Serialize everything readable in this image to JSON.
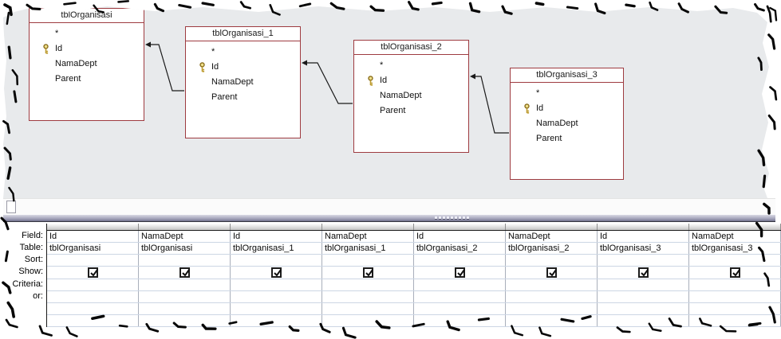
{
  "tables": [
    {
      "name": "tblOrganisasi",
      "fields": [
        "*",
        "Id",
        "NamaDept",
        "Parent"
      ],
      "key_field": "Id"
    },
    {
      "name": "tblOrganisasi_1",
      "fields": [
        "*",
        "Id",
        "NamaDept",
        "Parent"
      ],
      "key_field": "Id"
    },
    {
      "name": "tblOrganisasi_2",
      "fields": [
        "*",
        "Id",
        "NamaDept",
        "Parent"
      ],
      "key_field": "Id"
    },
    {
      "name": "tblOrganisasi_3",
      "fields": [
        "*",
        "Id",
        "NamaDept",
        "Parent"
      ],
      "key_field": "Id"
    }
  ],
  "relationships": [
    {
      "from": "tblOrganisasi_1.Parent",
      "to": "tblOrganisasi.Id"
    },
    {
      "from": "tblOrganisasi_2.Parent",
      "to": "tblOrganisasi_1.Id"
    },
    {
      "from": "tblOrganisasi_3.Parent",
      "to": "tblOrganisasi_2.Id"
    }
  ],
  "grid": {
    "row_labels": [
      "Field:",
      "Table:",
      "Sort:",
      "Show:",
      "Criteria:",
      "or:"
    ],
    "columns": [
      {
        "field": "Id",
        "table": "tblOrganisasi",
        "sort": "",
        "show": true,
        "criteria": "",
        "or": ""
      },
      {
        "field": "NamaDept",
        "table": "tblOrganisasi",
        "sort": "",
        "show": true,
        "criteria": "",
        "or": ""
      },
      {
        "field": "Id",
        "table": "tblOrganisasi_1",
        "sort": "",
        "show": true,
        "criteria": "",
        "or": ""
      },
      {
        "field": "NamaDept",
        "table": "tblOrganisasi_1",
        "sort": "",
        "show": true,
        "criteria": "",
        "or": ""
      },
      {
        "field": "Id",
        "table": "tblOrganisasi_2",
        "sort": "",
        "show": true,
        "criteria": "",
        "or": ""
      },
      {
        "field": "NamaDept",
        "table": "tblOrganisasi_2",
        "sort": "",
        "show": true,
        "criteria": "",
        "or": ""
      },
      {
        "field": "Id",
        "table": "tblOrganisasi_3",
        "sort": "",
        "show": true,
        "criteria": "",
        "or": ""
      },
      {
        "field": "NamaDept",
        "table": "tblOrganisasi_3",
        "sort": "",
        "show": true,
        "criteria": "",
        "or": ""
      }
    ]
  },
  "icons": {
    "key": "primary-key-icon",
    "grip": "splitter-grip-icon",
    "arrow": "join-arrow-icon"
  },
  "colors": {
    "table_border": "#9e3b40",
    "pane_bg": "#e8eaec",
    "splitter": "#8585a0",
    "grid_line_h": "#ccd6e4",
    "grid_line_v": "#a9afbb",
    "key_gold": "#bd9b2e",
    "line": "#1a1a1a"
  }
}
